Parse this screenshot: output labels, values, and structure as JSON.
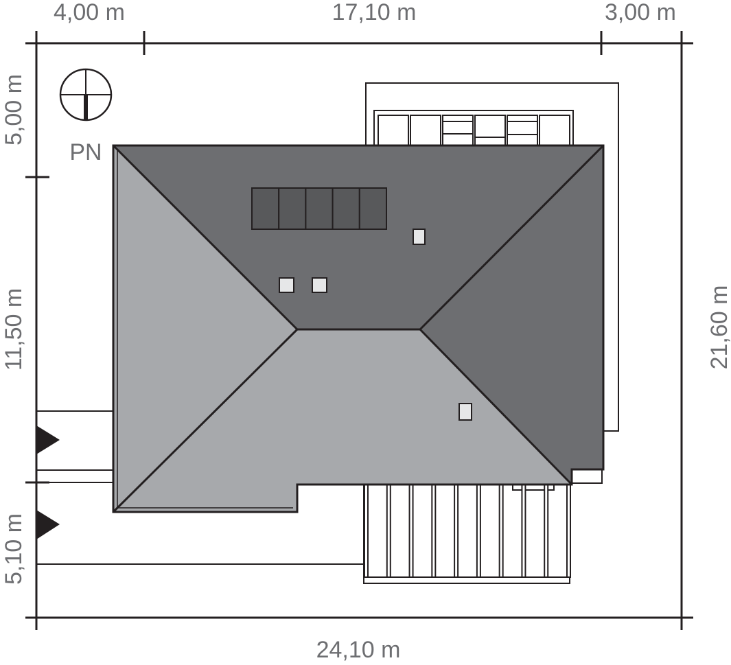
{
  "dimensions": {
    "top_left": "4,00 m",
    "top_middle": "17,10 m",
    "top_right": "3,00 m",
    "bottom": "24,10 m",
    "right": "21,60 m",
    "left_top": "5,00 m",
    "left_middle": "11,50 m",
    "left_bottom": "5,10 m"
  },
  "compass": {
    "label": "PN"
  },
  "colors": {
    "roof_dark": "#6d6e71",
    "roof_light": "#a7a9ac",
    "solar": "#58595b",
    "skylight": "#e6e7e8",
    "lines": "#231f20",
    "text": "#6d6e71"
  },
  "solar_panel_cells": 5,
  "top_pergola_cells": 6,
  "bottom_pergola_slats": 10
}
